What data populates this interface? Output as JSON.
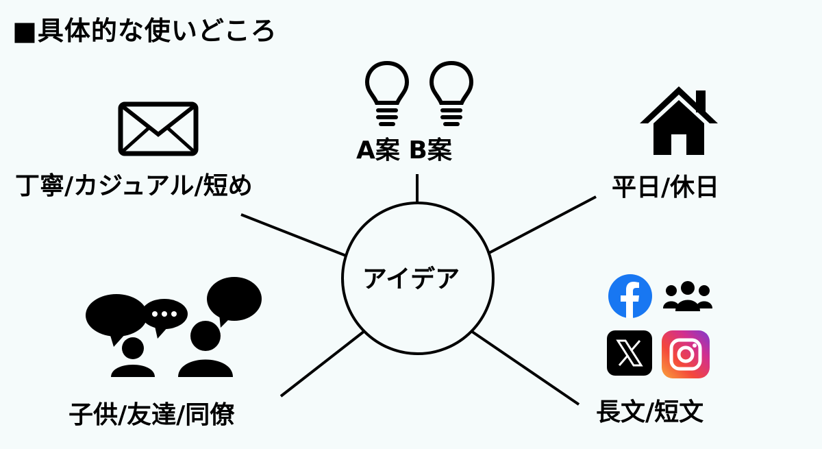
{
  "title": "■具体的な使いどころ",
  "center": "アイデア",
  "branches": {
    "top": "A案  B案",
    "top_left": "丁寧/カジュアル/短め",
    "top_right": "平日/休日",
    "bottom_left": "子供/友達/同僚",
    "bottom_right": "長文/短文"
  },
  "icons": {
    "bulb": "lightbulb-icon",
    "mail": "envelope-icon",
    "home": "house-icon",
    "chat": "speech-bubbles-people-icon",
    "facebook": "facebook-icon",
    "group": "group-people-icon",
    "x": "x-logo-icon",
    "instagram": "instagram-icon"
  },
  "colors": {
    "background": "#f5fbfb",
    "ink": "#000000",
    "facebook": "#1877f2"
  }
}
